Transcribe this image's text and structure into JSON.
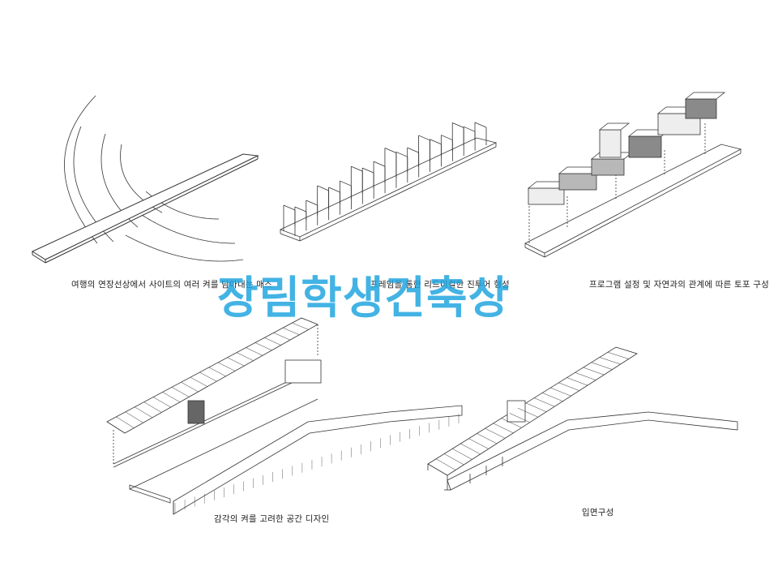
{
  "captions": {
    "c1": "여행의 연장선상에서 사이트의 여러 켜를 담아내는 매스",
    "c2": "프레임을 통한 리드미컬한 진투어 형성",
    "c3": "프로그램 설정 및 자연과의 관계에 따른 토포 구성",
    "c4": "감각의 켜를 고려한 공간 디자인",
    "c5": "입면구성"
  },
  "watermark": "장림학생건축상",
  "colors": {
    "line": "#333333",
    "box_dark": "#8a8a8a",
    "box_mid": "#b8b8b8",
    "box_light": "#eeeeee",
    "watermark": "#1aa3df"
  }
}
